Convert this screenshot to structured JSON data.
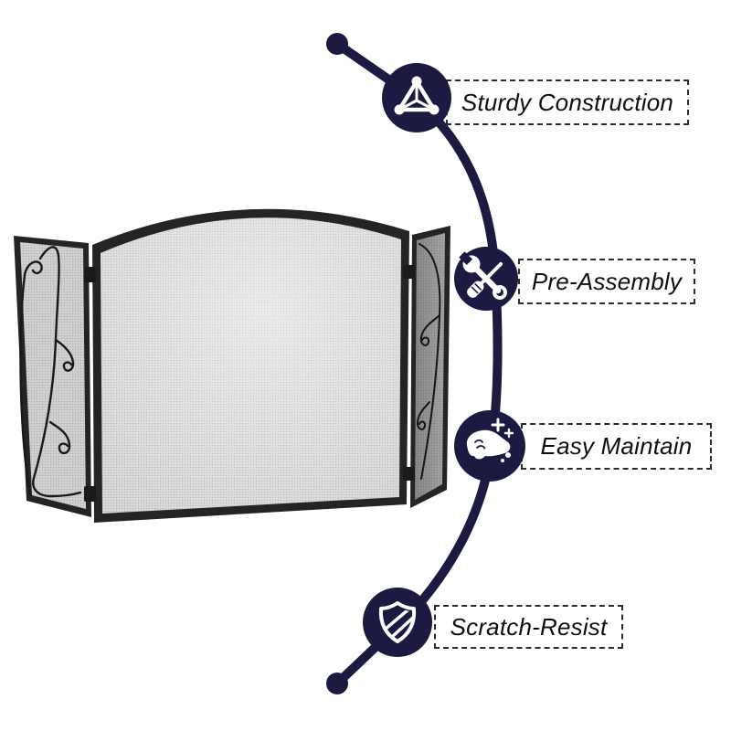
{
  "infographic": {
    "type": "product-feature-callouts",
    "background": "#ffffff",
    "depicted_item": "three-panel arched mesh fireplace screen"
  },
  "colors": {
    "accent_navy": "#1c1a41",
    "callout_border": "#2b2b2b",
    "callout_text": "#0e0e0e",
    "frame_dark": "#242424",
    "mesh_center": "#d8d8d8",
    "mesh_left": "#d0d0d0",
    "mesh_right": "#a3a4a6",
    "icon_fg": "#ffffff"
  },
  "features": [
    {
      "label": "Sturdy Construction",
      "icon": "truss-triangle-icon"
    },
    {
      "label": "Pre-Assembly",
      "icon": "wrench-screwdriver-icon"
    },
    {
      "label": "Easy Maintain",
      "icon": "wipe-clean-hand-icon"
    },
    {
      "label": "Scratch-Resist",
      "icon": "striped-shield-icon"
    }
  ]
}
